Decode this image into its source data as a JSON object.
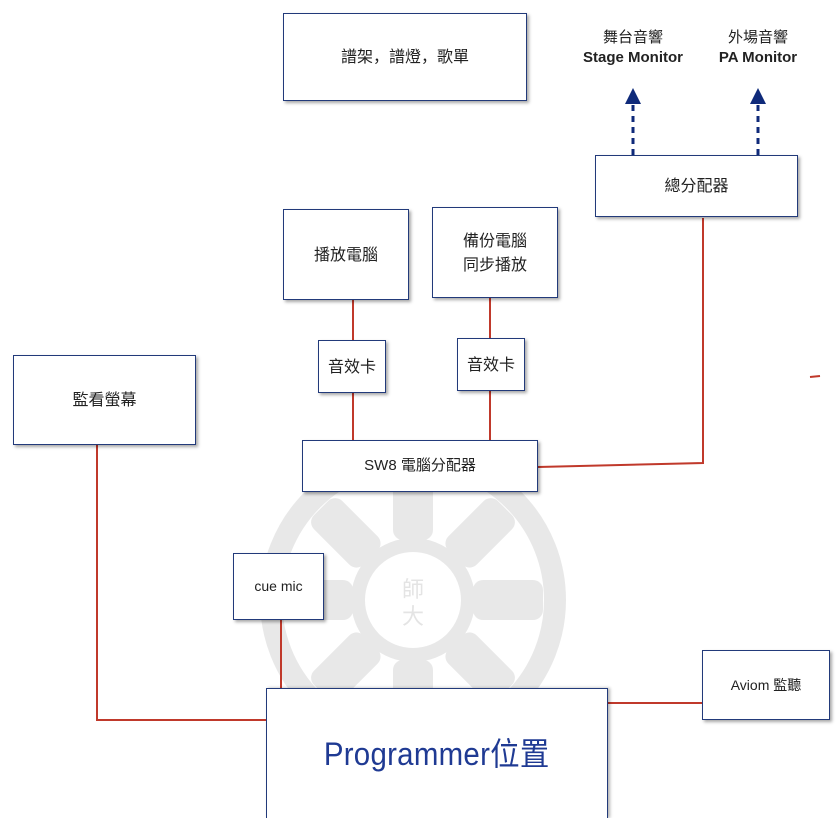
{
  "colors": {
    "connector": "#c0392b",
    "box_border": "#223a7a",
    "arrow": "#0f2a7a",
    "programmer_text": "#1f3a93",
    "watermark": "#d9d9d9"
  },
  "boxes": {
    "music_stand": "譜架，譜燈，歌單",
    "main_splitter": "總分配器",
    "playback_pc": "播放電腦",
    "backup_pc_line1": "備份電腦",
    "backup_pc_line2": "同步播放",
    "sound_card_left": "音效卡",
    "sound_card_right": "音效卡",
    "monitor_screen": "監看螢幕",
    "sw8": "SW8 電腦分配器",
    "cue_mic": "cue mic",
    "aviom": "Aviom 監聽",
    "programmer": "Programmer位置"
  },
  "outputs": {
    "stage": {
      "zh": "舞台音響",
      "en": "Stage Monitor"
    },
    "pa": {
      "zh": "外場音響",
      "en": "PA Monitor"
    }
  },
  "watermark": {
    "icon": "ntnu-gear-seal-icon",
    "text_line1": "師",
    "text_line2": "大"
  }
}
